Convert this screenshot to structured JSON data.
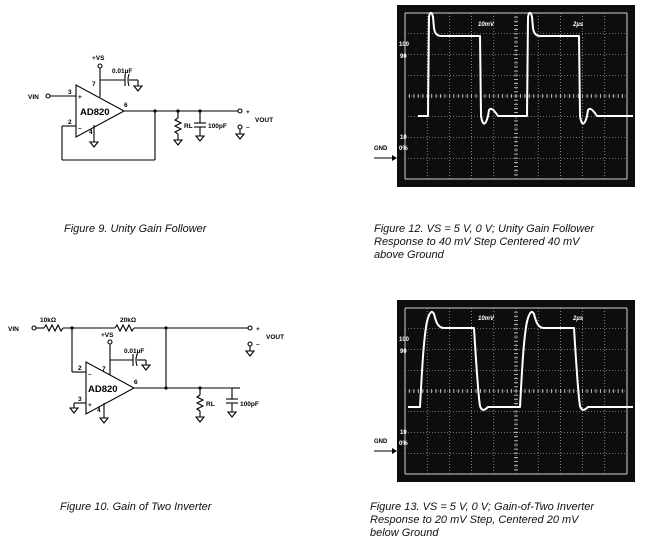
{
  "fig9": {
    "caption": "Figure 9.  Unity Gain Follower",
    "chip": "AD820",
    "vs": "+VS",
    "cap": "0.01µF",
    "vin": "VIN",
    "pin3": "3",
    "pin2": "2",
    "pin7": "7",
    "pin6": "6",
    "pin4": "4",
    "rl": "RL",
    "cout": "100pF",
    "vout": "VOUT",
    "plus": "+",
    "minus": "–"
  },
  "fig10": {
    "caption": "Figure 10.  Gain of Two Inverter",
    "chip": "AD820",
    "vs": "+VS",
    "cap": "0.01µF",
    "vin": "VIN",
    "rin": "10kΩ",
    "rf": "20kΩ",
    "pin3": "3",
    "pin2": "2",
    "pin7": "7",
    "pin6": "6",
    "pin4": "4",
    "rl": "RL",
    "cout": "100pF",
    "vout": "VOUT",
    "plus": "+",
    "minus": "–"
  },
  "fig12": {
    "caption_line1": "Figure 12.  VS = 5 V, 0 V; Unity Gain Follower",
    "caption_line2": "Response to 40 mV Step Centered 40 mV",
    "caption_line3": "above Ground",
    "volts_div": "10mV",
    "time_div": "2µs",
    "mark100": "100",
    "mark90": "90",
    "mark10": "10",
    "mark0": "0%",
    "gnd": "GND"
  },
  "fig13": {
    "caption_line1": "Figure 13.  VS = 5 V, 0 V; Gain-of-Two Inverter",
    "caption_line2": "Response to 20 mV Step, Centered 20 mV",
    "caption_line3": "below Ground",
    "volts_div": "10mV",
    "time_div": "2µs",
    "mark100": "100",
    "mark90": "90",
    "mark10": "10",
    "mark0": "0%",
    "gnd": "GND"
  },
  "colors": {
    "screen": "#0d0d0d",
    "trace": "#ffffff",
    "grid": "#cfcfcf"
  }
}
